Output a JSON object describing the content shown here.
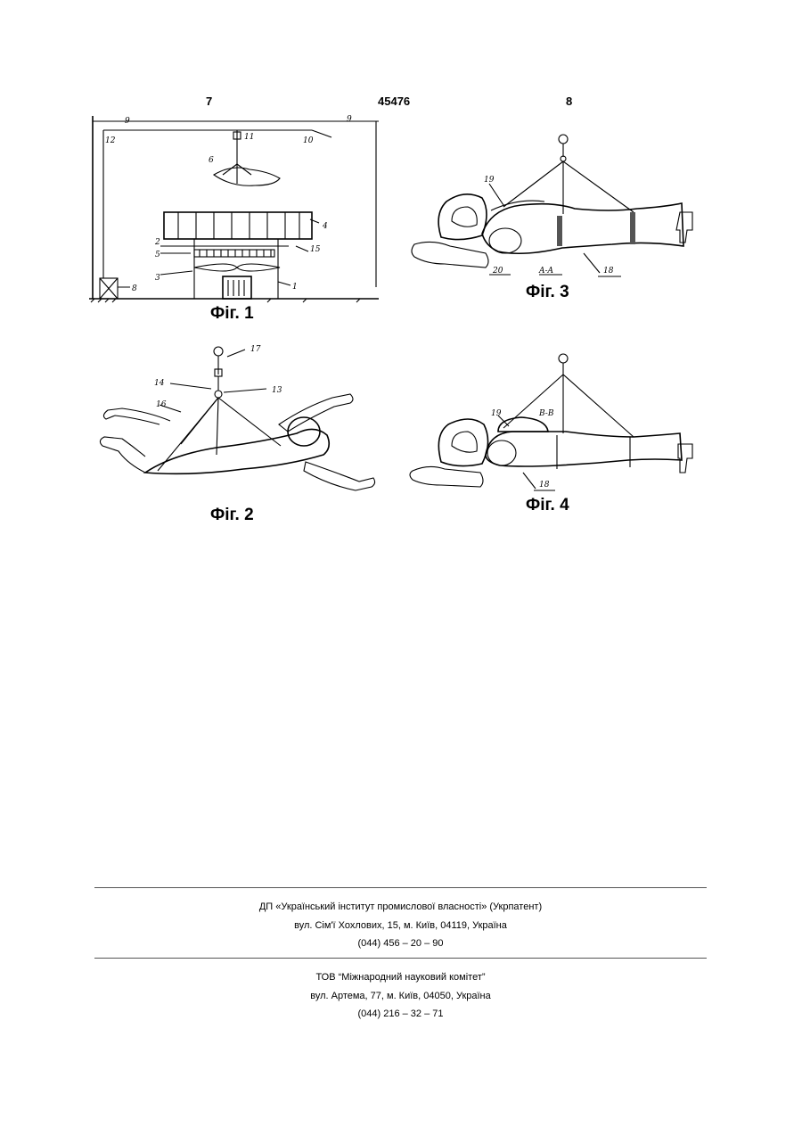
{
  "header": {
    "page_left": "7",
    "patent_number": "45476",
    "page_right": "8"
  },
  "figures": {
    "fig1": {
      "caption": "Фіг. 1",
      "callouts": [
        "9",
        "9",
        "12",
        "11",
        "10",
        "6",
        "4",
        "2",
        "5",
        "15",
        "3",
        "1",
        "8"
      ]
    },
    "fig2": {
      "caption": "Фіг. 2",
      "callouts": [
        "17",
        "14",
        "13",
        "16"
      ]
    },
    "fig3": {
      "caption": "Фіг. 3",
      "callouts": [
        "19",
        "20",
        "A–A",
        "18"
      ]
    },
    "fig4": {
      "caption": "Фіг. 4",
      "callouts": [
        "19",
        "B–B",
        "18"
      ]
    }
  },
  "footer": {
    "block1": {
      "line1": "ДП «Український інститут промислової власності» (Укрпатент)",
      "line2": "вул. Сім'ї Хохлових, 15, м. Київ, 04119, Україна",
      "line3": "(044) 456 – 20 –  90"
    },
    "block2": {
      "line1": "ТОВ “Міжнародний науковий комітет”",
      "line2": "вул. Артема, 77, м. Київ, 04050, Україна",
      "line3": "(044) 216 – 32 – 71"
    }
  }
}
